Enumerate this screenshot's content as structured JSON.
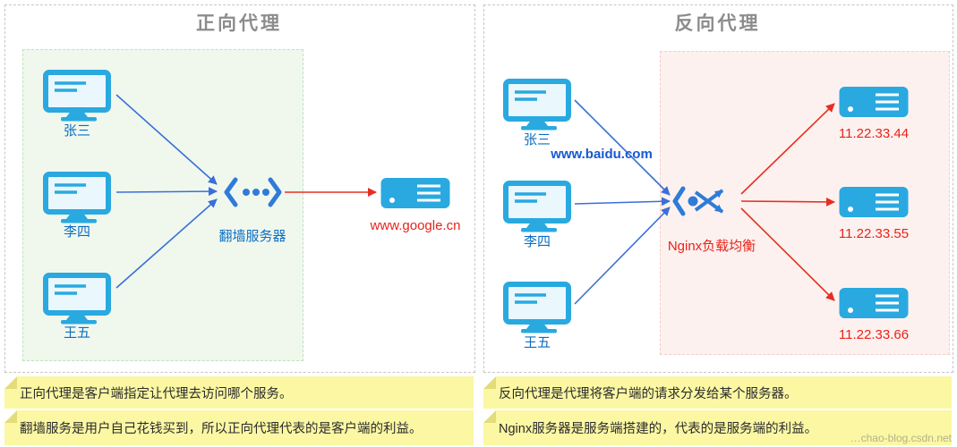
{
  "left_panel": {
    "title": "正向代理",
    "clients": [
      "张三",
      "李四",
      "王五"
    ],
    "proxy_label": "翻墙服务器",
    "target_label": "www.google.cn"
  },
  "right_panel": {
    "title": "反向代理",
    "clients": [
      "张三",
      "李四",
      "王五"
    ],
    "domain_label": "www.baidu.com",
    "load_balancer_label": "Nginx负载均衡",
    "servers": [
      "11.22.33.44",
      "11.22.33.55",
      "11.22.33.66"
    ]
  },
  "notes": {
    "left": [
      "正向代理是客户端指定让代理去访问哪个服务。",
      "翻墙服务是用户自己花钱买到，所以正向代理代表的是客户端的利益。"
    ],
    "right": [
      "反向代理是代理将客户端的请求分发给某个服务器。",
      "Nginx服务器是服务端搭建的，代表的是服务端的利益。"
    ]
  },
  "watermark": "…chao-blog.csdn.net",
  "colors": {
    "device_blue": "#29a9e0",
    "arrow_blue": "#3a6fd8",
    "arrow_red": "#e62f23",
    "label_blue": "#0c6ec4",
    "label_red": "#e8231a",
    "title_gray": "#8c8c8c",
    "note_yellow": "#fbf7a3"
  }
}
